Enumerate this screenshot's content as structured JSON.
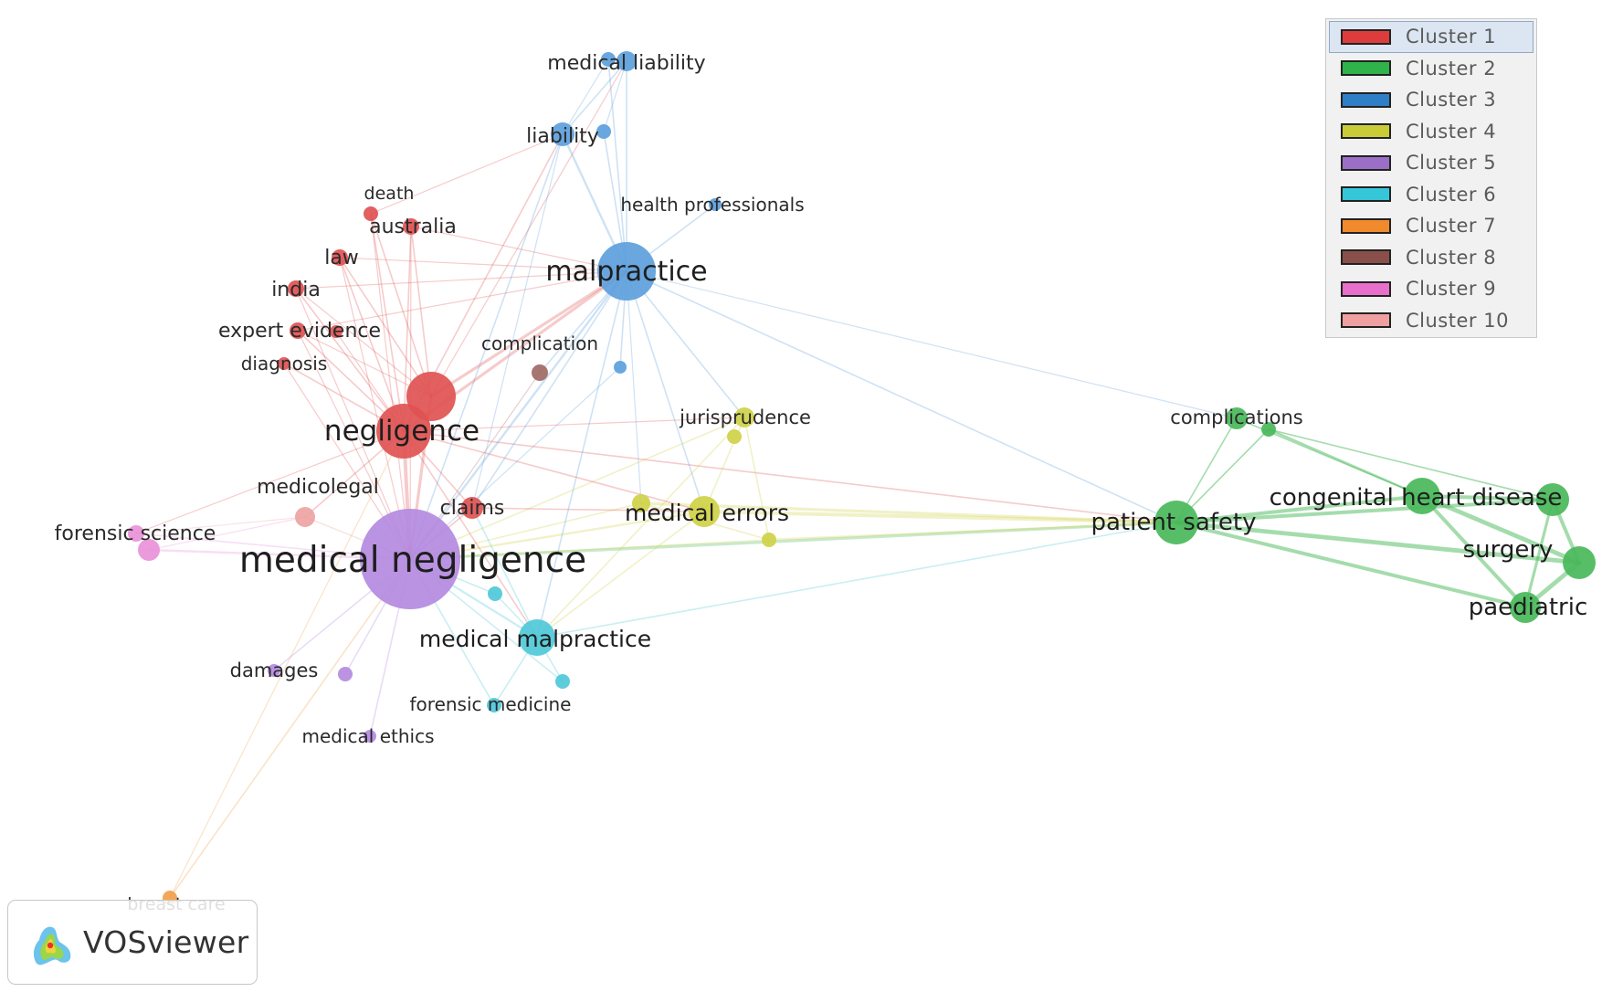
{
  "diagram": {
    "type": "bibliometric co-occurrence network",
    "nodes": [
      {
        "id": "medical-negligence",
        "label": "medical negligence",
        "cluster": 5
      },
      {
        "id": "negligence",
        "label": "negligence",
        "cluster": 1
      },
      {
        "id": "negligence-2",
        "label": "",
        "cluster": 1
      },
      {
        "id": "malpractice",
        "label": "malpractice",
        "cluster": 3
      },
      {
        "id": "medical-liability",
        "label": "medical liability",
        "cluster": 3
      },
      {
        "id": "medical-liability-2",
        "label": "",
        "cluster": 3
      },
      {
        "id": "liability",
        "label": "liability",
        "cluster": 3
      },
      {
        "id": "liability-2",
        "label": "",
        "cluster": 3
      },
      {
        "id": "health-professionals",
        "label": "health professionals",
        "cluster": 3
      },
      {
        "id": "blue-small",
        "label": "",
        "cluster": 3
      },
      {
        "id": "death",
        "label": "death",
        "cluster": 1
      },
      {
        "id": "australia",
        "label": "australia",
        "cluster": 1
      },
      {
        "id": "law",
        "label": "law",
        "cluster": 1
      },
      {
        "id": "india",
        "label": "india",
        "cluster": 1
      },
      {
        "id": "expert-evidence",
        "label": "expert evidence",
        "cluster": 1
      },
      {
        "id": "expert-evidence-2",
        "label": "",
        "cluster": 1
      },
      {
        "id": "diagnosis",
        "label": "diagnosis",
        "cluster": 1
      },
      {
        "id": "claims",
        "label": "claims",
        "cluster": 1
      },
      {
        "id": "complication",
        "label": "complication",
        "cluster": 8
      },
      {
        "id": "medicolegal",
        "label": "medicolegal",
        "cluster": 10
      },
      {
        "id": "forensic-science",
        "label": "forensic science",
        "cluster": 9
      },
      {
        "id": "forensic-science-2",
        "label": "",
        "cluster": 9
      },
      {
        "id": "jurisprudence",
        "label": "jurisprudence",
        "cluster": 4
      },
      {
        "id": "jurisprudence-2",
        "label": "",
        "cluster": 4
      },
      {
        "id": "medical-errors",
        "label": "medical errors",
        "cluster": 4
      },
      {
        "id": "medical-errors-2",
        "label": "",
        "cluster": 4
      },
      {
        "id": "yellow-small",
        "label": "",
        "cluster": 4
      },
      {
        "id": "medical-malpractice",
        "label": "medical malpractice",
        "cluster": 6
      },
      {
        "id": "cyan-1",
        "label": "",
        "cluster": 6
      },
      {
        "id": "cyan-2",
        "label": "",
        "cluster": 6
      },
      {
        "id": "forensic-medicine",
        "label": "forensic medicine",
        "cluster": 6
      },
      {
        "id": "damages",
        "label": "damages",
        "cluster": 5
      },
      {
        "id": "purple-small",
        "label": "",
        "cluster": 5
      },
      {
        "id": "medical-ethics",
        "label": "medical ethics",
        "cluster": 5
      },
      {
        "id": "breast-care",
        "label": "breast care",
        "cluster": 7
      },
      {
        "id": "patient-safety",
        "label": "patient safety",
        "cluster": 2
      },
      {
        "id": "complications",
        "label": "complications",
        "cluster": 2
      },
      {
        "id": "complications-2",
        "label": "",
        "cluster": 2
      },
      {
        "id": "congenital-heart-disease",
        "label": "congenital heart disease",
        "cluster": 2
      },
      {
        "id": "green-right",
        "label": "",
        "cluster": 2
      },
      {
        "id": "surgery",
        "label": "surgery",
        "cluster": 2
      },
      {
        "id": "paediatric",
        "label": "paediatric",
        "cluster": 2
      }
    ]
  },
  "legend": {
    "selected_index": 0,
    "items": [
      {
        "label": "Cluster 1",
        "color": "#dc3c3c"
      },
      {
        "label": "Cluster 2",
        "color": "#2fb34a"
      },
      {
        "label": "Cluster 3",
        "color": "#2f7fc6"
      },
      {
        "label": "Cluster 4",
        "color": "#c9cc36"
      },
      {
        "label": "Cluster 5",
        "color": "#9b6fc7"
      },
      {
        "label": "Cluster 6",
        "color": "#35c6d8"
      },
      {
        "label": "Cluster 7",
        "color": "#f08a2c"
      },
      {
        "label": "Cluster 8",
        "color": "#8a4f4a"
      },
      {
        "label": "Cluster 9",
        "color": "#e870cc"
      },
      {
        "label": "Cluster 10",
        "color": "#f0a0a0"
      }
    ]
  },
  "node_colors": {
    "1": "#e05353",
    "2": "#49b95a",
    "3": "#5da0dc",
    "4": "#cfd148",
    "5": "#b48ae0",
    "6": "#4fc8d8",
    "7": "#f2a04a",
    "8": "#a06a64",
    "9": "#e991d9",
    "10": "#eea3a3"
  },
  "branding": {
    "logo_text": "VOSviewer"
  }
}
